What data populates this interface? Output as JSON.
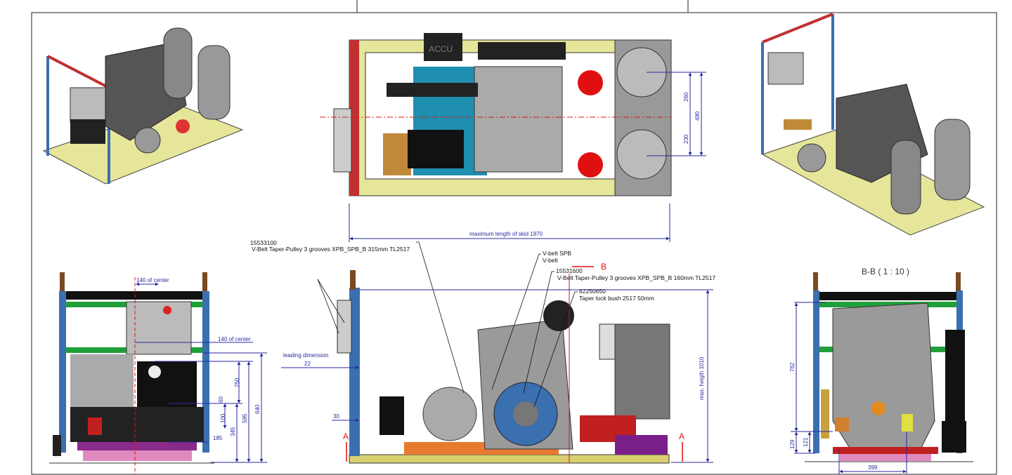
{
  "drawing": {
    "plan_view": {
      "accu_label": "ACCU",
      "dim_260": "260",
      "dim_230": "230",
      "dim_490": "490",
      "skid_length": "maximum length of skid 1870"
    },
    "side_view": {
      "pulley_large_part": "15533100",
      "pulley_large_desc": "V-Belt Taper-Pulley 3 grooves XPB_SPB_B 315mm TL2517",
      "vbelt_spb": "V-belt SPB",
      "vbelt": "V-belt",
      "pulley_small_part": "15531600",
      "pulley_small_desc": "V-Belt Taper-Pulley 3 grooves XPB_SPB_B 160mm TL2517",
      "bush_part": "62250650",
      "bush_desc": "Taper lock bush 2517  50mm",
      "section_b": "B",
      "section_a_left": "A",
      "section_a_right": "A",
      "leading_dimension": "leading dimension",
      "dim_22": "22",
      "dim_30": "30",
      "max_height": "max. heigth 1010"
    },
    "front_view": {
      "center_offset_top": "140 of center",
      "center_offset_right": "140 of center",
      "dim_250": "250",
      "dim_60": "60",
      "dim_100": "100",
      "dim_185": "185",
      "dim_345": "345",
      "dim_595": "595",
      "dim_640": "640"
    },
    "section_view": {
      "title": "B-B ( 1 : 10 )",
      "dim_762": "762",
      "dim_129": "129",
      "dim_121": "121",
      "dim_399": "399"
    }
  },
  "colors": {
    "dimension": "#2a2aa0",
    "section": "#e01010",
    "frame_blue": "#3a6fb0",
    "frame_yellow": "#e6e69a",
    "green": "#1fa03a"
  }
}
